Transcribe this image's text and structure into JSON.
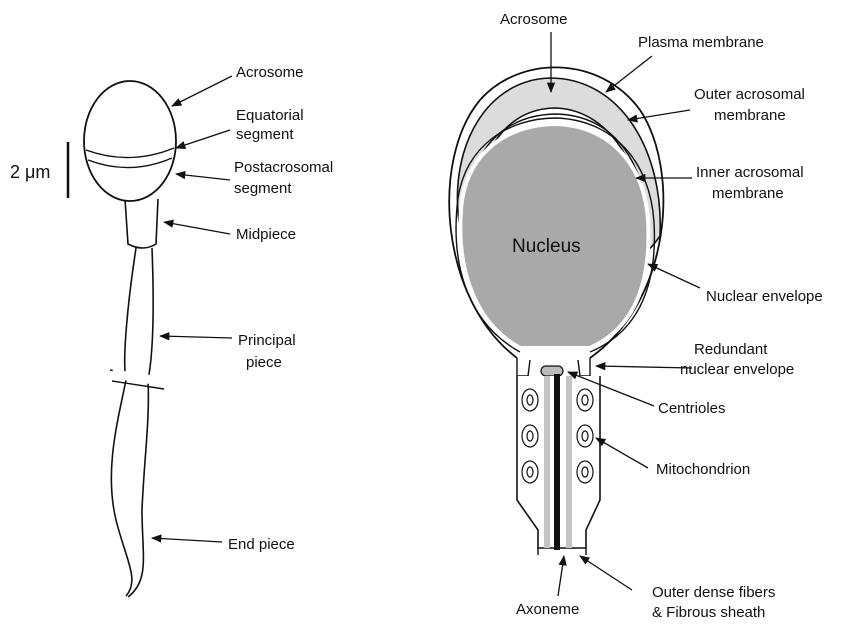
{
  "left_diagram": {
    "scale_bar": "2 μm",
    "labels": {
      "acrosome": "Acrosome",
      "equatorial_1": "Equatorial",
      "equatorial_2": "segment",
      "postacrosomal_1": "Postacrosomal",
      "postacrosomal_2": "segment",
      "midpiece": "Midpiece",
      "principal_1": "Principal",
      "principal_2": "piece",
      "end_piece": "End piece"
    }
  },
  "right_diagram": {
    "labels": {
      "acrosome": "Acrosome",
      "plasma_membrane": "Plasma membrane",
      "outer_acrosomal_1": "Outer acrosomal",
      "outer_acrosomal_2": "membrane",
      "inner_acrosomal_1": "Inner acrosomal",
      "inner_acrosomal_2": "membrane",
      "nucleus": "Nucleus",
      "nuclear_envelope": "Nuclear envelope",
      "redundant_1": "Redundant",
      "redundant_2": "nuclear envelope",
      "centrioles": "Centrioles",
      "mitochondrion": "Mitochondrion",
      "axoneme": "Axoneme",
      "outer_dense_1": "Outer dense fibers",
      "outer_dense_2": "& Fibrous sheath"
    }
  },
  "colors": {
    "acrosome_fill": "#dcdcdc",
    "nucleus_fill": "#a9a9a9",
    "fiber_fill": "#c4c4c4",
    "line": "#111111"
  }
}
